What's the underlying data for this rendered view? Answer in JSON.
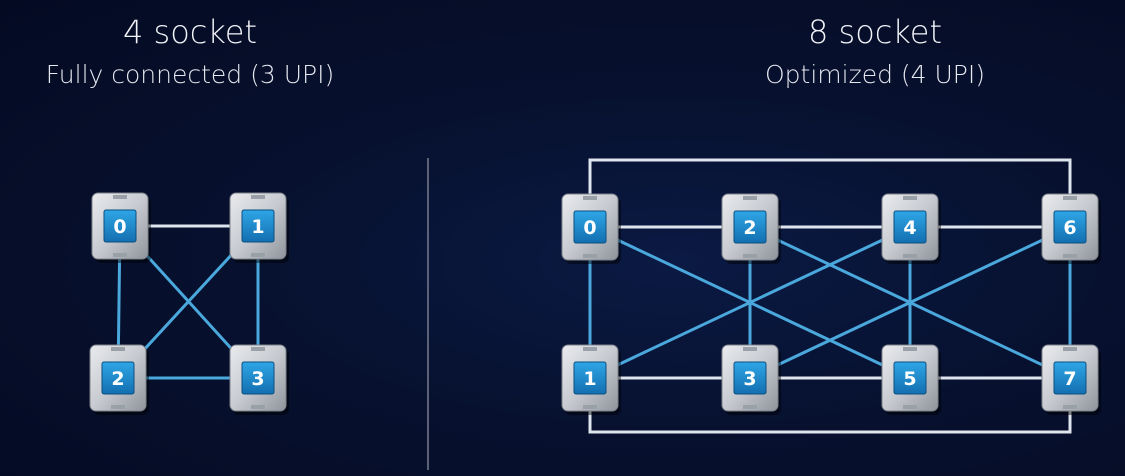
{
  "left": {
    "title": "4 socket",
    "subtitle": "Fully connected (3 UPI)",
    "sockets": [
      {
        "label": "0"
      },
      {
        "label": "1"
      },
      {
        "label": "2"
      },
      {
        "label": "3"
      }
    ]
  },
  "right": {
    "title": "8 socket",
    "subtitle": "Optimized (4 UPI)",
    "sockets": [
      {
        "label": "0"
      },
      {
        "label": "2"
      },
      {
        "label": "4"
      },
      {
        "label": "6"
      },
      {
        "label": "1"
      },
      {
        "label": "3"
      },
      {
        "label": "5"
      },
      {
        "label": "7"
      }
    ]
  },
  "colors": {
    "background": "#050b26",
    "link_white": "#dfe5ef",
    "link_blue": "#4aa8dc",
    "chip_face": "#1f8fd1",
    "socket_body": "#c9ccd2",
    "divider": "#5b6277"
  }
}
